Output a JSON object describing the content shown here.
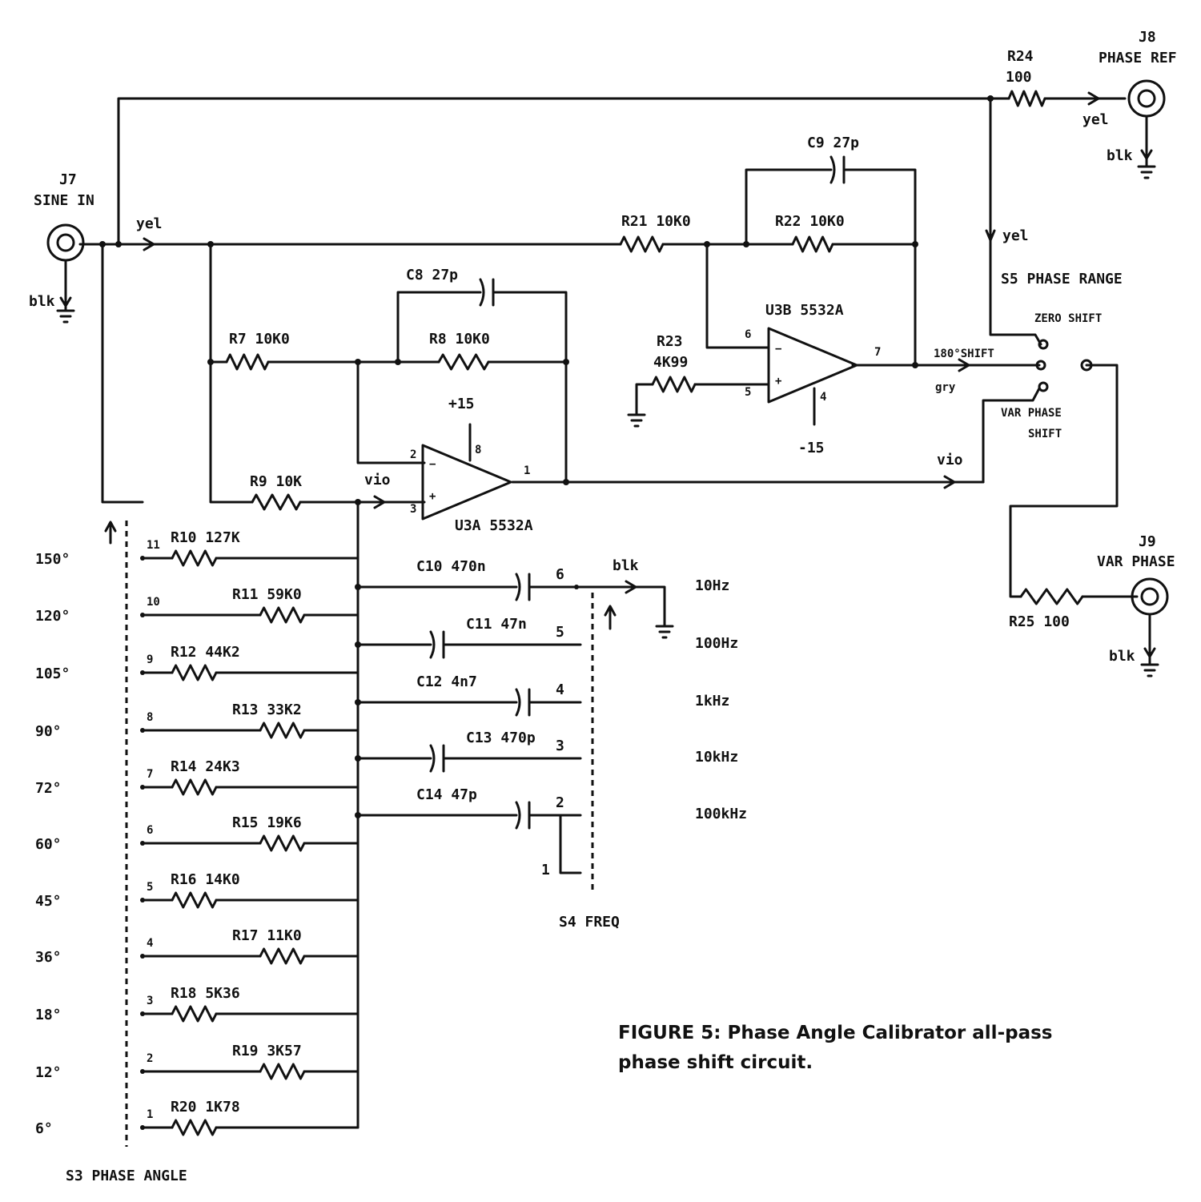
{
  "caption": {
    "line1": "FIGURE 5: Phase Angle Calibrator all-pass",
    "line2": "phase shift circuit."
  },
  "jacks": {
    "j7": {
      "ref": "J7",
      "name": "SINE IN"
    },
    "j8": {
      "ref": "J8",
      "name": "PHASE REF"
    },
    "j9": {
      "ref": "J9",
      "name": "VAR PHASE"
    }
  },
  "wire_colors": {
    "yel": "yel",
    "blk": "blk",
    "vio": "vio",
    "grey": "gry"
  },
  "opamps": {
    "u3a": {
      "label": "U3A 5532A",
      "pin_minus": "2",
      "pin_plus": "3",
      "pin_out": "1",
      "pin_supply": "8",
      "supply": "+15"
    },
    "u3b": {
      "label": "U3B 5532A",
      "pin_minus": "6",
      "pin_plus": "5",
      "pin_out": "7",
      "pin_supply": "4",
      "supply": "-15"
    }
  },
  "parts": {
    "r7": "R7 10K0",
    "r8": "R8 10K0",
    "r9": "R9 10K",
    "c8": "C8 27p",
    "c9": "C9 27p",
    "r21": "R21 10K0",
    "r22": "R22 10K0",
    "r23_ref": "R23",
    "r23_val": "4K99",
    "r24_ref": "R24",
    "r24_val": "100",
    "r25": "R25 100"
  },
  "s5": {
    "label": "S5 PHASE RANGE",
    "zero": "ZERO SHIFT",
    "shift180": "180°SHIFT",
    "var1": "VAR PHASE",
    "var2": "SHIFT"
  },
  "s3": {
    "label": "S3 PHASE ANGLE",
    "positions": [
      {
        "pos": "11",
        "part": "R10 127K",
        "angle": "150°"
      },
      {
        "pos": "10",
        "part": "R11 59K0",
        "angle": "120°"
      },
      {
        "pos": "9",
        "part": "R12 44K2",
        "angle": "105°"
      },
      {
        "pos": "8",
        "part": "R13 33K2",
        "angle": "90°"
      },
      {
        "pos": "7",
        "part": "R14 24K3",
        "angle": "72°"
      },
      {
        "pos": "6",
        "part": "R15 19K6",
        "angle": "60°"
      },
      {
        "pos": "5",
        "part": "R16 14K0",
        "angle": "45°"
      },
      {
        "pos": "4",
        "part": "R17 11K0",
        "angle": "36°"
      },
      {
        "pos": "3",
        "part": "R18 5K36",
        "angle": "18°"
      },
      {
        "pos": "2",
        "part": "R19 3K57",
        "angle": "12°"
      },
      {
        "pos": "1",
        "part": "R20 1K78",
        "angle": "6°"
      }
    ]
  },
  "s4": {
    "label": "S4 FREQ",
    "positions": [
      {
        "pos": "6",
        "part": "C10 470n",
        "freq": "10Hz"
      },
      {
        "pos": "5",
        "part": "C11 47n",
        "freq": "100Hz"
      },
      {
        "pos": "4",
        "part": "C12 4n7",
        "freq": "1kHz"
      },
      {
        "pos": "3",
        "part": "C13 470p",
        "freq": "10kHz"
      },
      {
        "pos": "2",
        "part": "C14 47p",
        "freq": "100kHz"
      }
    ],
    "pos1": "1"
  }
}
